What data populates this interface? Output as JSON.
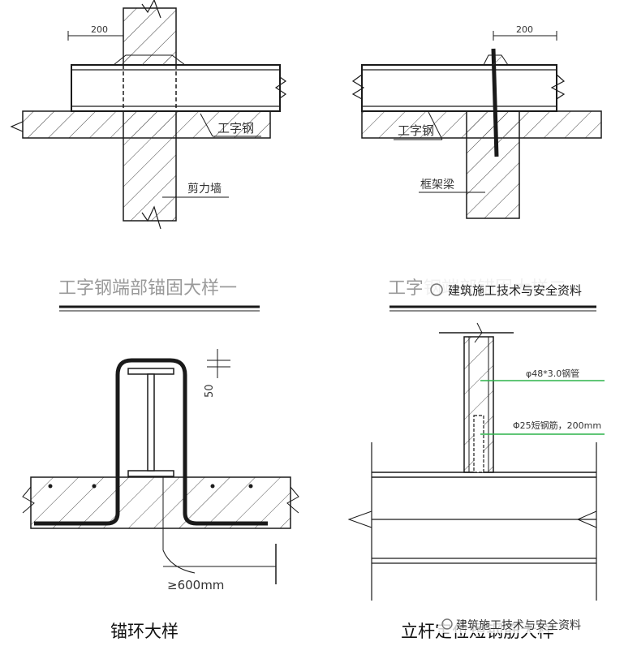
{
  "panels": {
    "top_left": {
      "dimension": "200",
      "label_steel": "工字钢",
      "label_wall": "剪力墙",
      "caption": "工字钢端部锚固大样一"
    },
    "top_right": {
      "dimension": "200",
      "label_steel": "工字钢",
      "label_beam": "框架梁",
      "caption": "工字钢端部锚固大样二"
    },
    "bottom_left": {
      "dimension": "50",
      "anchor_length": "≥600mm",
      "caption": "锚环大样"
    },
    "bottom_right": {
      "pipe_label": "φ48*3.0钢管",
      "rebar_label": "Φ25短钢筋，200mm",
      "caption": "立杆定位短钢筋大样"
    }
  },
  "watermark": {
    "text": "建筑施工技术与安全资料"
  },
  "colors": {
    "line": "#1a1a1a",
    "hatch": "#444444",
    "green_leader": "#2db34a",
    "caption_gray": "#9a9a9a"
  }
}
